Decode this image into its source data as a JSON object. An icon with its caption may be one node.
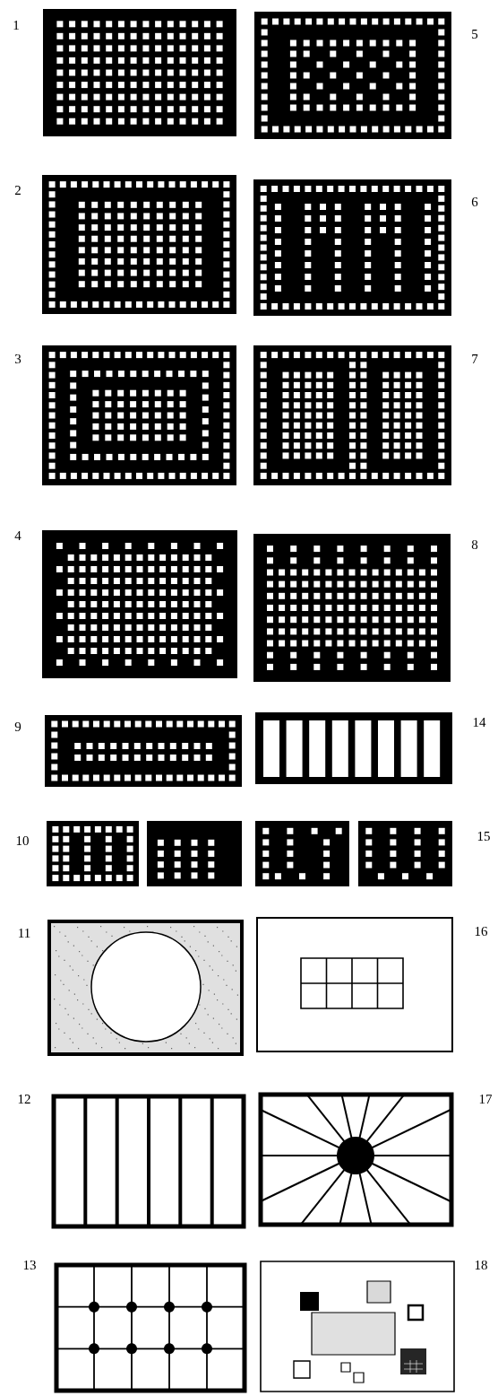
{
  "diagram": {
    "labels": [
      "1",
      "5",
      "2",
      "6",
      "3",
      "7",
      "4",
      "8",
      "9",
      "14",
      "10",
      "15",
      "11",
      "16",
      "12",
      "17",
      "13",
      "18"
    ]
  }
}
